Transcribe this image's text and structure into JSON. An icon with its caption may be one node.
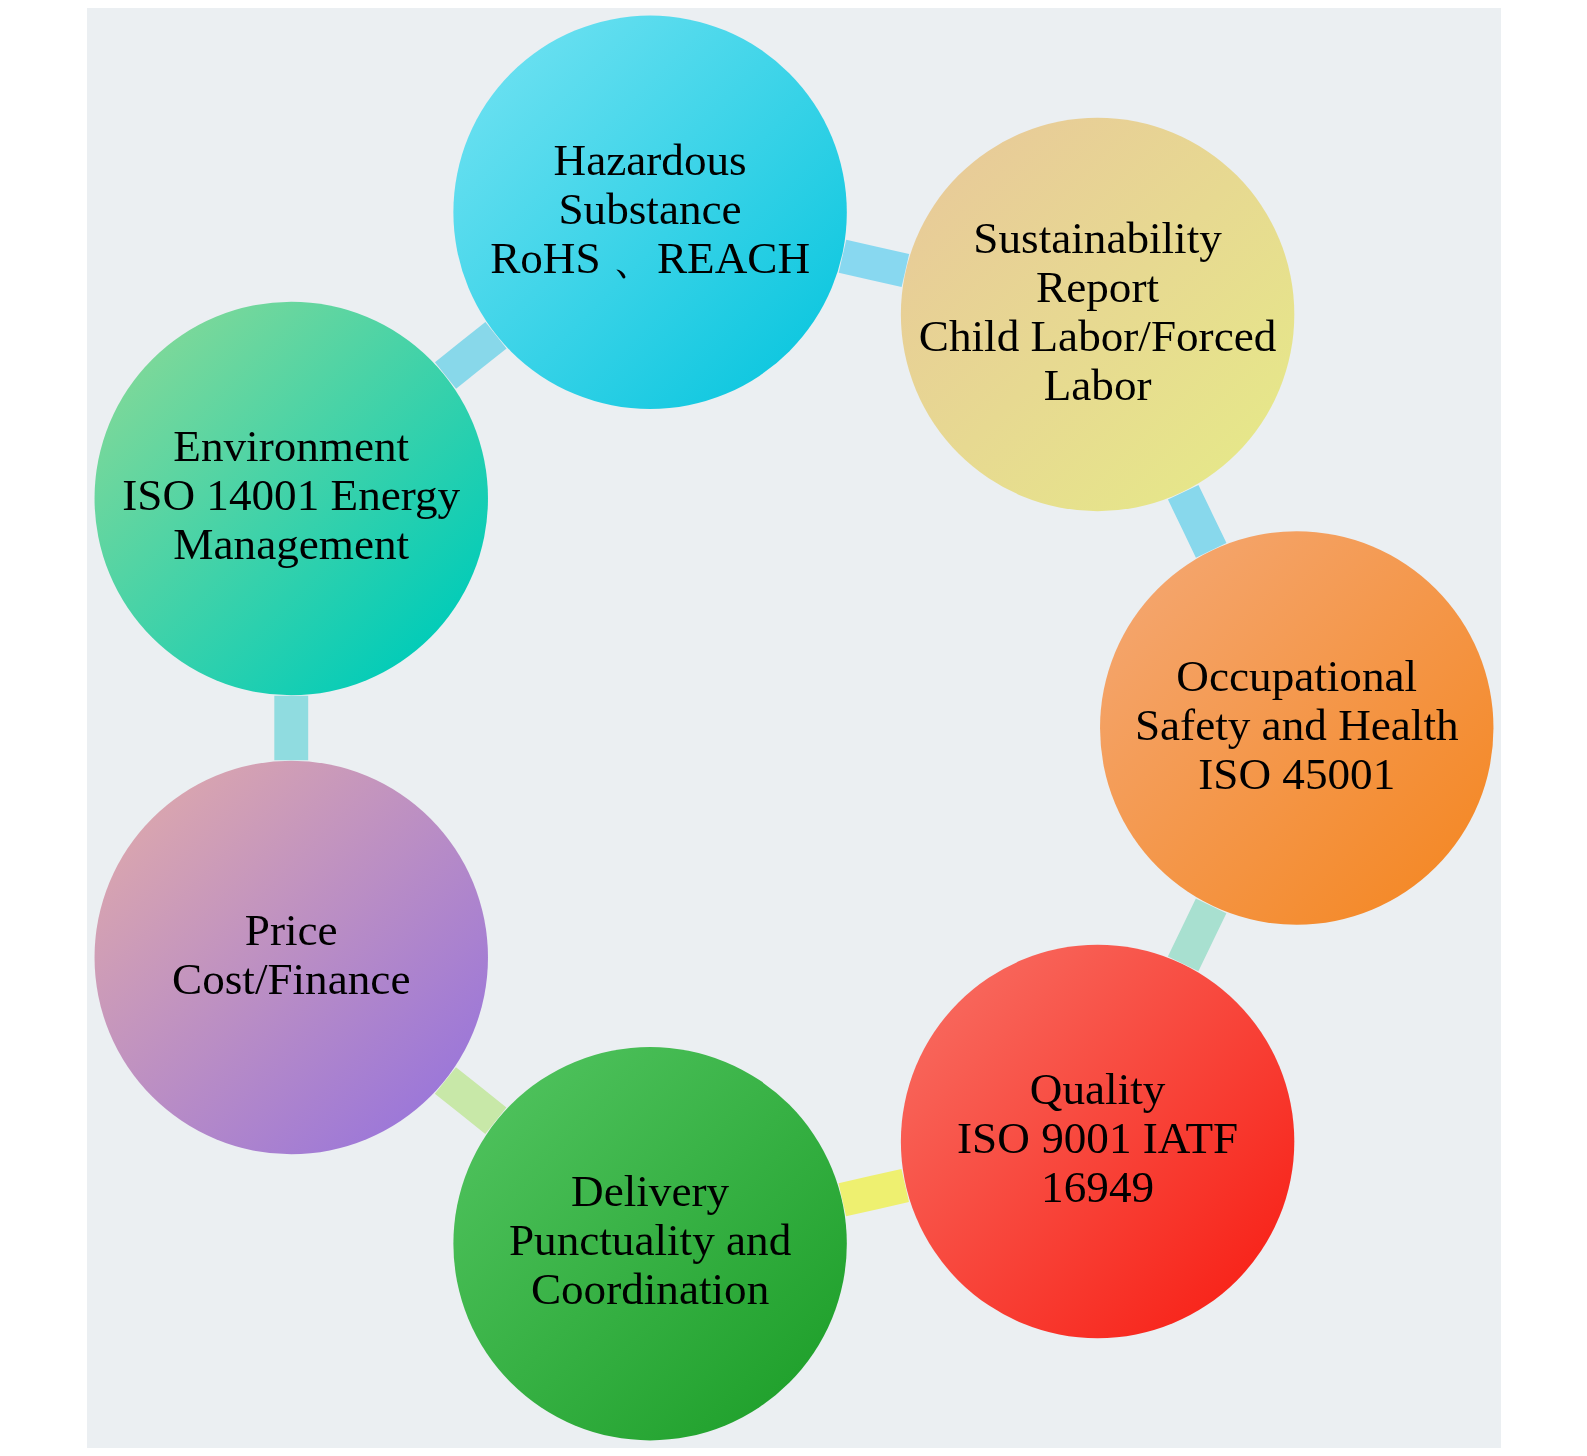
{
  "diagram": {
    "nodes": [
      {
        "text": [
          "Quality",
          "ISO 9001 IATF 16949"
        ]
      },
      {
        "text": [
          "Delivery",
          "Punctuality and Coordination"
        ]
      },
      {
        "text": [
          "Price",
          "Cost/Finance"
        ]
      },
      {
        "text": [
          "Environment",
          "ISO 14001 Energy Management"
        ]
      },
      {
        "text": [
          "Hazardous Substance",
          "RoHS 、REACH"
        ]
      },
      {
        "text": [
          "Sustainability Report",
          "Child Labor/Forced Labor"
        ]
      },
      {
        "text": [
          "Occupational Safety and Health",
          "ISO 45001"
        ]
      }
    ],
    "edges": [
      {
        "from": 0,
        "to": 1,
        "arrow": "none",
        "color": "#eef070"
      },
      {
        "from": 1,
        "to": 2,
        "arrow": "none",
        "color": "#c8e8a8"
      },
      {
        "from": 2,
        "to": 3,
        "arrow": "none",
        "color": "#90dce0"
      },
      {
        "from": 3,
        "to": 4,
        "arrow": "none",
        "color": "#88d8ea"
      },
      {
        "from": 4,
        "to": 5,
        "arrow": "none",
        "color": "#88d8f0"
      },
      {
        "from": 5,
        "to": 6,
        "arrow": "none",
        "color": "#88d8ec"
      },
      {
        "from": 6,
        "to": 0,
        "arrow": "none",
        "color": "#a8e0d0"
      }
    ]
  }
}
